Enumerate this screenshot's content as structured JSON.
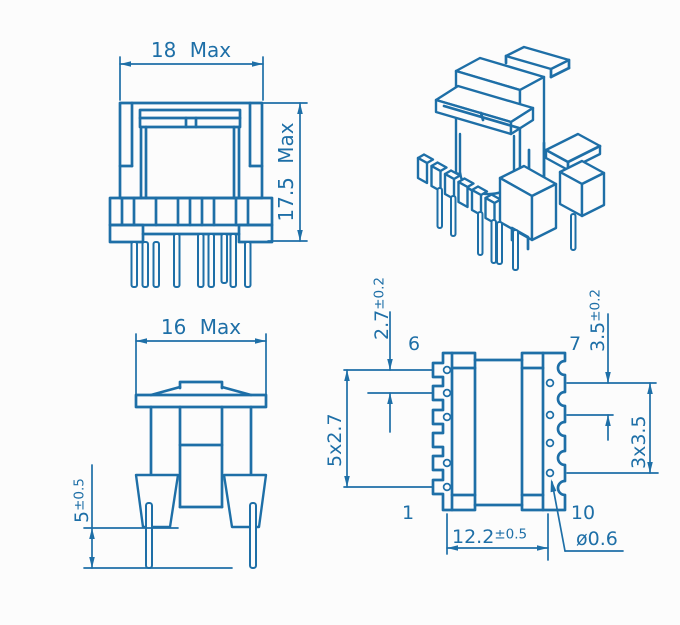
{
  "meta": {
    "drawing_type": "transformer-bobbin-dimensional-drawing",
    "line_color": "#1e6fa7",
    "background": "#fcfcfc"
  },
  "front_view": {
    "width_label": "18 Max",
    "height_label": "17.5 Max"
  },
  "side_view": {
    "width_label": "16 Max",
    "pin_length": {
      "value": "5",
      "tolerance": "±0.5"
    }
  },
  "bottom_view": {
    "left_pitch": {
      "value": "2.7",
      "tolerance": "±0.2"
    },
    "left_span_label": "5x2.7",
    "right_pitch": {
      "value": "3.5",
      "tolerance": "±0.2"
    },
    "right_span_label": "3x3.5",
    "row_distance": {
      "value": "12.2",
      "tolerance": "±0.5"
    },
    "pin_diameter_label": "ø0.6",
    "pin_numbers": {
      "top_left": "6",
      "bottom_left": "1",
      "top_right": "7",
      "bottom_right": "10"
    }
  }
}
